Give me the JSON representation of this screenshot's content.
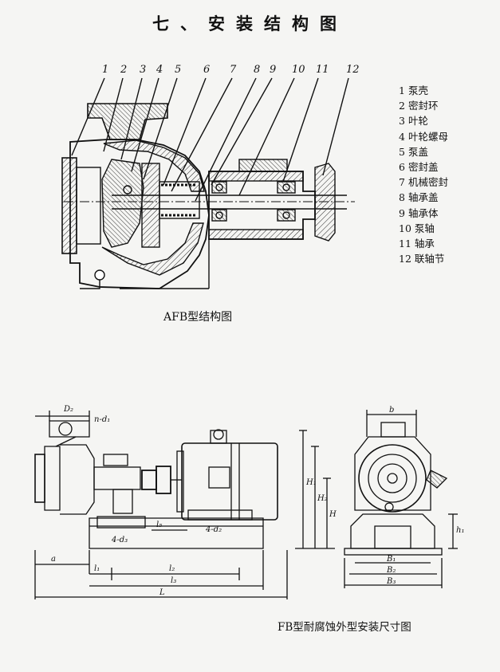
{
  "title": "七、安装结构图",
  "part_numbers": [
    "1",
    "2",
    "3",
    "4",
    "5",
    "6",
    "7",
    "8",
    "9",
    "10",
    "11",
    "12"
  ],
  "legend": [
    {
      "num": "1",
      "name": "泵壳"
    },
    {
      "num": "2",
      "name": "密封环"
    },
    {
      "num": "3",
      "name": "叶轮"
    },
    {
      "num": "4",
      "name": "叶轮螺母"
    },
    {
      "num": "5",
      "name": "泵盖"
    },
    {
      "num": "6",
      "name": "密封盖"
    },
    {
      "num": "7",
      "name": "机械密封"
    },
    {
      "num": "8",
      "name": "轴承盖"
    },
    {
      "num": "9",
      "name": "轴承体"
    },
    {
      "num": "10",
      "name": "泵轴"
    },
    {
      "num": "11",
      "name": "轴承"
    },
    {
      "num": "12",
      "name": "联轴节"
    }
  ],
  "caption_afb": "AFB型结构图",
  "caption_fb": "FB型耐腐蚀外型安装尺寸图",
  "dim_labels": {
    "d2": "D₂",
    "nd1": "n-d₁",
    "a": "a",
    "l1": "l₁",
    "l2": "l₂",
    "l3": "l₃",
    "L": "L",
    "b4": "4-d₃",
    "H1": "H₁",
    "H2": "H₂",
    "H": "H",
    "b": "b",
    "h1": "h₁",
    "B1": "B₁",
    "B2": "B₂",
    "B3": "B₃",
    "lb": "l₅",
    "nd": "4-d₂"
  }
}
